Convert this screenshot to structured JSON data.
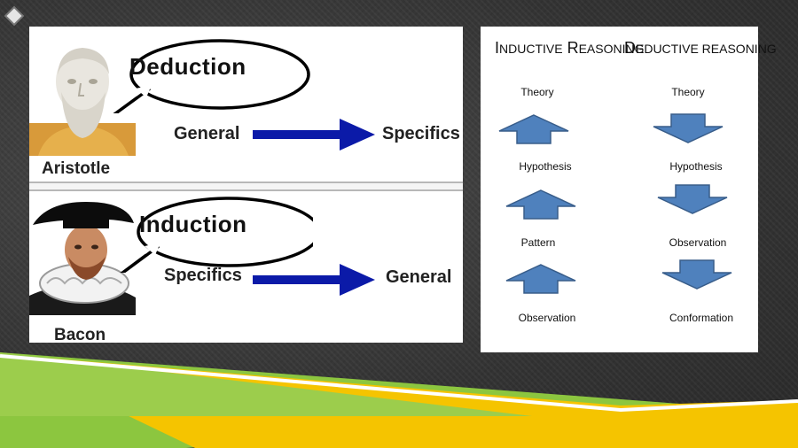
{
  "colors": {
    "arrow_blue": "#0b1aa8",
    "block_arrow_fill": "#4f81bd",
    "block_arrow_stroke": "#385d8a",
    "stripe_green": "#8cc63f",
    "stripe_yellow": "#f2c200"
  },
  "left_panel": {
    "deduction": {
      "bubble": "Deduction",
      "person": "Aristotle",
      "from": "General",
      "to": "Specifics"
    },
    "induction": {
      "bubble": "Induction",
      "person": "Bacon",
      "from": "Specifics",
      "to": "General"
    }
  },
  "right_panel": {
    "inductive": {
      "heading_cap": "I",
      "heading_rest": "NDUCTIVE",
      "heading_cap2": "R",
      "heading_rest2": "EASONING",
      "steps": [
        "Theory",
        "Hypothesis",
        "Pattern",
        "Observation"
      ],
      "arrow_direction": "up"
    },
    "deductive": {
      "heading_cap": "D",
      "heading_rest": "EDUCTIVE REASONING",
      "steps": [
        "Theory",
        "Hypothesis",
        "Observation",
        "Conformation"
      ],
      "arrow_direction": "down"
    }
  }
}
